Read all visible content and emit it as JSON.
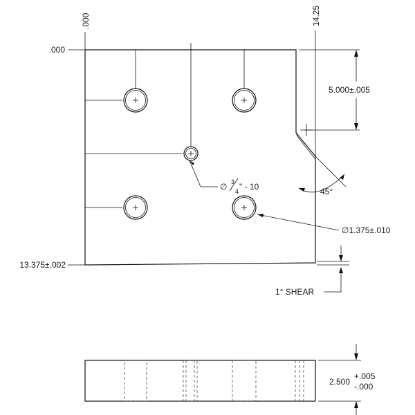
{
  "drawing": {
    "ordinate_x_zero": ".000",
    "ordinate_x_right": "14.25",
    "ordinate_y_zero": ".000",
    "ordinate_y_bottom": "13.375±.002",
    "dim_vertical": "5.000±.005",
    "angle_label": "45°",
    "tapped_hole": {
      "symbol": "∅",
      "numerator": "3",
      "denominator": "4",
      "suffix": "\" - 10"
    },
    "bore_hole": "∅1.375±.010",
    "shear_note": "1° SHEAR",
    "thickness": {
      "base": "2.500",
      "plus": "+.005",
      "minus": "-.000"
    }
  }
}
